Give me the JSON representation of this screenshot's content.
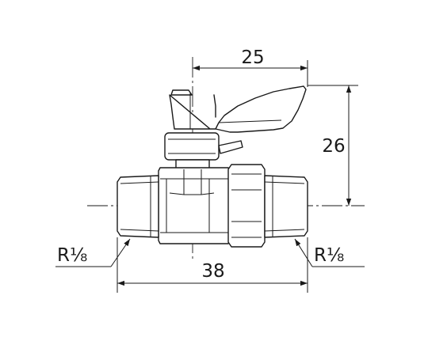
{
  "dimensions": {
    "handle_width": "25",
    "height_to_handle": "26",
    "overall_length": "38"
  },
  "threads": {
    "left": "R⅛",
    "right": "R⅛"
  }
}
